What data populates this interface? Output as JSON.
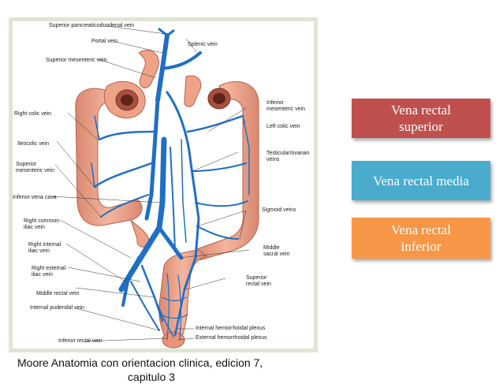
{
  "figure": {
    "labels": {
      "superior_pancreaticoduodenal_vein": "Superior pancreaticoduodenal vein",
      "portal_vein": "Portal vein",
      "splenic_vein": "Splenic vein",
      "superior_mesenteric_vein_top": "Superior mesenteric vein",
      "inferior_mesenteric_vein_1": "Inferior",
      "inferior_mesenteric_vein_2": "mesenteric vein",
      "right_colic_vein": "Right colic vein",
      "left_colic_vein": "Left colic vein",
      "ileocolic_vein": "Ileocolic vein",
      "testicular_ovarian_veins_1": "Testicular/ovarian",
      "testicular_ovarian_veins_2": "veins",
      "superior_mesenteric_vein_1": "Superior",
      "superior_mesenteric_vein_2": "mesenteric vein",
      "inferior_vena_cava": "Inferior vena cava",
      "sigmoid_veins": "Sigmoid veins",
      "right_common_iliac_vein_1": "Right common",
      "right_common_iliac_vein_2": "iliac vein",
      "middle_sacral_vein_1": "Middle",
      "middle_sacral_vein_2": "sacral vein",
      "right_internal_iliac_vein_1": "Right internal",
      "right_internal_iliac_vein_2": "iliac vein",
      "right_external_iliac_vein_1": "Right external",
      "right_external_iliac_vein_2": "iliac vein",
      "superior_rectal_vein_1": "Superior",
      "superior_rectal_vein_2": "rectal vein",
      "middle_rectal_vein": "Middle rectal vein",
      "internal_pudendal_vein": "Internal pudendal vein",
      "internal_hemorrhoidal_plexus": "Internal hemorrhoidal plexus",
      "external_hemorrhoidal_plexus": "External hemorrhoidal plexus",
      "inferior_rectal_vein": "Inferior rectal vein"
    }
  },
  "caption": {
    "line1": "Moore Anatomia con orientacion clinica, edicion 7,",
    "line2": "capitulo 3"
  },
  "boxes": {
    "superior": {
      "line1": "Vena rectal",
      "line2": "superior",
      "color": "#c0504d"
    },
    "media": {
      "line1": "Vena  rectal media",
      "color": "#4aaccc"
    },
    "inferior": {
      "line1": "Vena  rectal",
      "line2": "inferior",
      "color": "#f79646"
    }
  },
  "colors": {
    "vein": "#1f6fc4",
    "colon": "#eea389",
    "colon_dark": "#c9745e",
    "frame": "#dfe6d2"
  }
}
